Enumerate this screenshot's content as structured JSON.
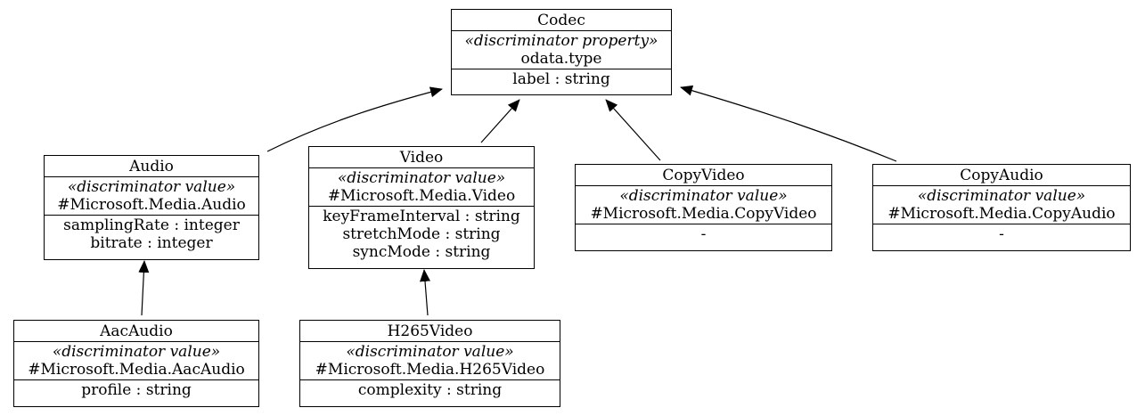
{
  "diagram": {
    "classes": [
      {
        "id": "codec",
        "name": "Codec",
        "stereotype": "«discriminator property»",
        "discriminator": "odata.type",
        "attributes": [
          "label : string"
        ]
      },
      {
        "id": "audio",
        "name": "Audio",
        "stereotype": "«discriminator value»",
        "discriminator": "#Microsoft.Media.Audio",
        "attributes": [
          "samplingRate : integer",
          "bitrate : integer"
        ]
      },
      {
        "id": "video",
        "name": "Video",
        "stereotype": "«discriminator value»",
        "discriminator": "#Microsoft.Media.Video",
        "attributes": [
          "keyFrameInterval : string",
          "stretchMode : string",
          "syncMode : string"
        ]
      },
      {
        "id": "copyvideo",
        "name": "CopyVideo",
        "stereotype": "«discriminator value»",
        "discriminator": "#Microsoft.Media.CopyVideo",
        "attributes": [
          "-"
        ]
      },
      {
        "id": "copyaudio",
        "name": "CopyAudio",
        "stereotype": "«discriminator value»",
        "discriminator": "#Microsoft.Media.CopyAudio",
        "attributes": [
          "-"
        ]
      },
      {
        "id": "aacaudio",
        "name": "AacAudio",
        "stereotype": "«discriminator value»",
        "discriminator": "#Microsoft.Media.AacAudio",
        "attributes": [
          "profile : string"
        ]
      },
      {
        "id": "h265video",
        "name": "H265Video",
        "stereotype": "«discriminator value»",
        "discriminator": "#Microsoft.Media.H265Video",
        "attributes": [
          "complexity : string"
        ]
      }
    ],
    "inheritance": [
      {
        "from": "audio",
        "to": "codec"
      },
      {
        "from": "video",
        "to": "codec"
      },
      {
        "from": "copyvideo",
        "to": "codec"
      },
      {
        "from": "copyaudio",
        "to": "codec"
      },
      {
        "from": "aacaudio",
        "to": "audio"
      },
      {
        "from": "h265video",
        "to": "video"
      }
    ]
  }
}
